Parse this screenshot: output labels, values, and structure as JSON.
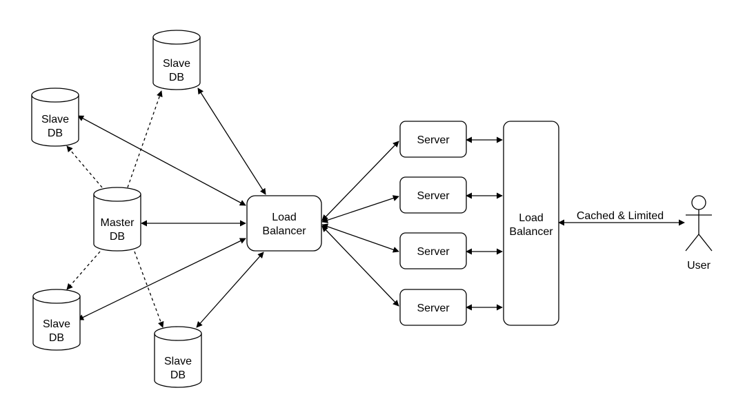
{
  "diagram": {
    "line_color": "#000000",
    "background": "#ffffff",
    "nodes": {
      "slave_db_top": {
        "line1": "Slave",
        "line2": "DB"
      },
      "slave_db_upper_left": {
        "line1": "Slave",
        "line2": "DB"
      },
      "master_db": {
        "line1": "Master",
        "line2": "DB"
      },
      "slave_db_lower_left": {
        "line1": "Slave",
        "line2": "DB"
      },
      "slave_db_bottom": {
        "line1": "Slave",
        "line2": "DB"
      },
      "db_load_balancer": {
        "line1": "Load",
        "line2": "Balancer"
      },
      "server_1": {
        "label": "Server"
      },
      "server_2": {
        "label": "Server"
      },
      "server_3": {
        "label": "Server"
      },
      "server_4": {
        "label": "Server"
      },
      "web_load_balancer": {
        "line1": "Load",
        "line2": "Balancer"
      },
      "user": {
        "label": "User"
      }
    },
    "edge_labels": {
      "user_link": "Cached & Limited"
    }
  }
}
